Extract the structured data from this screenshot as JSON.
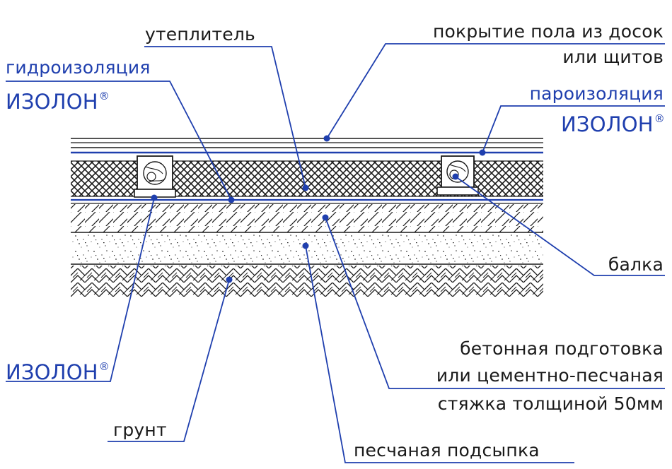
{
  "labels": {
    "insulation": "утеплитель",
    "floor_covering_line1": "покрытие пола из досок",
    "floor_covering_line2": "или щитов",
    "waterproofing": "гидроизоляция",
    "brand_top_left": "ИЗОЛОН",
    "vapor_barrier": "пароизоляция",
    "brand_right": "ИЗОЛОН",
    "beam": "балка",
    "brand_bottom_left": "ИЗОЛОН",
    "concrete_line1": "бетонная подготовка",
    "concrete_line2": "или цементно-песчаная",
    "concrete_line3": "стяжка толщиной 50мм",
    "soil": "грунт",
    "sand_fill": "песчаная подсыпка",
    "registered_mark": "®"
  },
  "colors": {
    "accent_blue": "#1f3fae",
    "line_black": "#1a1a1a"
  }
}
